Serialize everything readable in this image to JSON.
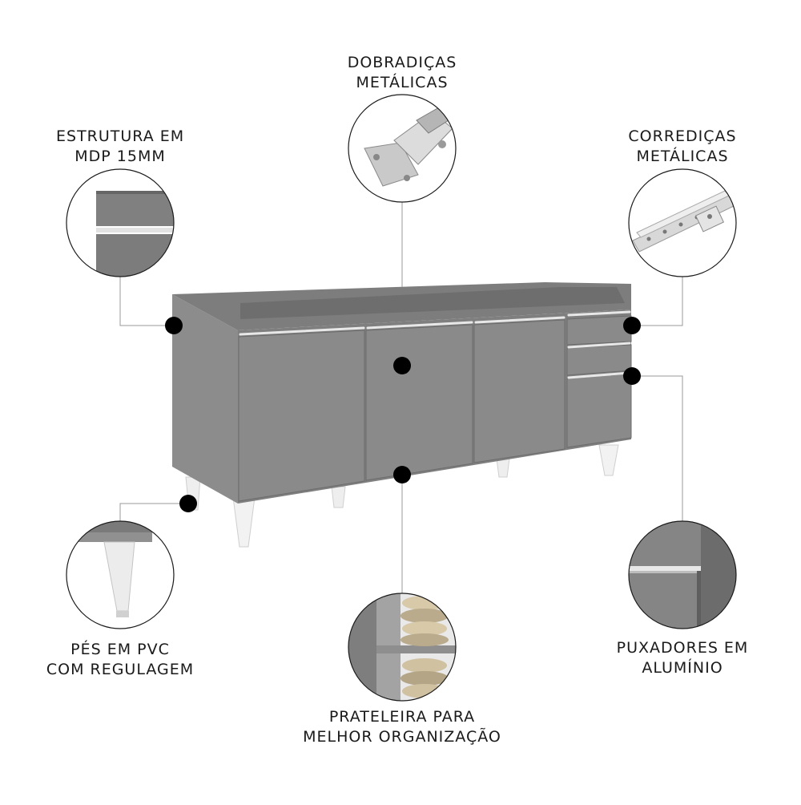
{
  "features": {
    "structure": {
      "line1": "ESTRUTURA EM",
      "line2": "MDP 15MM",
      "icon": "mdp-panel-icon"
    },
    "hinges": {
      "line1": "DOBRADIÇAS",
      "line2": "METÁLICAS",
      "icon": "metal-hinge-icon"
    },
    "slides": {
      "line1": "CORREDIÇAS",
      "line2": "METÁLICAS",
      "icon": "drawer-slide-icon"
    },
    "feet": {
      "line1": "PÉS EM PVC",
      "line2": "COM REGULAGEM",
      "icon": "pvc-foot-icon"
    },
    "shelf": {
      "line1": "PRATELEIRA PARA",
      "line2": "MELHOR ORGANIZAÇÃO",
      "icon": "shelf-icon"
    },
    "handles": {
      "line1": "PUXADORES EM",
      "line2": "ALUMÍNIO",
      "icon": "aluminum-handle-icon"
    }
  },
  "colors": {
    "cabinet": "#8a8a8a",
    "cabinet_dark": "#6f6f6f",
    "aluminum": "#e6e6e6",
    "marker": "#000000",
    "callout_ring": "#1a1a1a",
    "feet": "#eeeeee"
  }
}
